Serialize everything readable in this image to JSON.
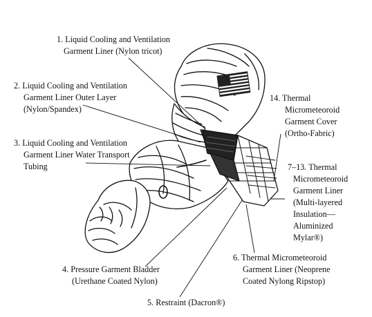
{
  "diagram": {
    "labels": {
      "l1": {
        "lines": [
          "1. Liquid Cooling and Ventilation",
          "Garment Liner (Nylon tricot)"
        ]
      },
      "l2": {
        "lines": [
          "2. Liquid Cooling and Ventilation",
          "Garment Liner Outer Layer",
          "(Nylon/Spandex)"
        ]
      },
      "l3": {
        "lines": [
          "3. Liquid Cooling and Ventilation",
          "Garment Liner Water Transport",
          "Tubing"
        ]
      },
      "l4": {
        "lines": [
          "4. Pressure Garment Bladder",
          "(Urethane Coated Nylon)"
        ]
      },
      "l5": {
        "lines": [
          "5. Restraint (Dacron®)"
        ]
      },
      "l6": {
        "lines": [
          "6. Thermal Micrometeoroid",
          "Garment Liner (Neoprene",
          "Coated Nylong Ripstop)"
        ]
      },
      "l7": {
        "lines": [
          "7–13. Thermal",
          "Micrometeoroid",
          "Garment Liner",
          "(Multi-layered",
          "Insulation—",
          "Aluminized",
          "Mylar®)"
        ]
      },
      "l14": {
        "lines": [
          "14. Thermal",
          "Micrometeoroid",
          "Garment Cover",
          "(Ortho-Fabric)"
        ]
      }
    },
    "colors": {
      "ink": "#111111",
      "background": "#ffffff",
      "flag": "#222222"
    }
  }
}
